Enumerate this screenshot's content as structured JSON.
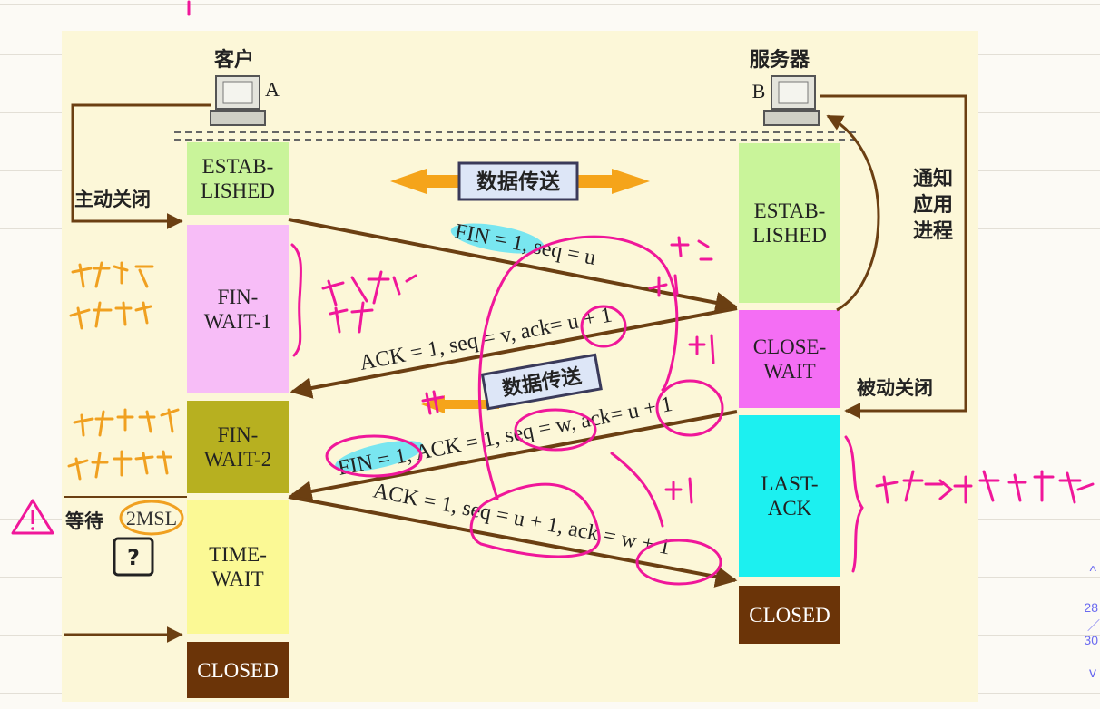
{
  "hosts": {
    "client": {
      "title": "客户",
      "letter": "A"
    },
    "server": {
      "title": "服务器",
      "letter": "B"
    }
  },
  "client_states": [
    {
      "label": "ESTAB-\nLISHED",
      "color": "#c9f49a"
    },
    {
      "label": "FIN-\nWAIT-1",
      "color": "#f7bdf7"
    },
    {
      "label": "FIN-\nWAIT-2",
      "color": "#b7b020"
    },
    {
      "label": "TIME-\nWAIT",
      "color": "#fbf995"
    },
    {
      "label": "CLOSED",
      "color": "#6b3408"
    }
  ],
  "server_states": [
    {
      "label": "ESTAB-\nLISHED",
      "color": "#c9f49a"
    },
    {
      "label": "CLOSE-\nWAIT",
      "color": "#f46ef4"
    },
    {
      "label": "LAST-\nACK",
      "color": "#1cf0f0"
    },
    {
      "label": "CLOSED",
      "color": "#6b3408"
    }
  ],
  "side_labels": {
    "active_close": "主动关闭",
    "notify_app": "通知\n应用\n进程",
    "passive_close": "被动关闭",
    "wait": "等待",
    "msl": "2MSL",
    "question": "?"
  },
  "data_transfer": "数据传送",
  "messages": {
    "fin1": "FIN = 1, seq = u",
    "ack1": "ACK = 1, seq = v, ack= u + 1",
    "fin2": "FIN = 1, ACK = 1, seq = w, ack= u + 1",
    "ack2": "ACK = 1, seq = u + 1, ack = w + 1"
  },
  "pager": {
    "up": "^",
    "current": "28",
    "sep": "／",
    "total": "30",
    "down": "v"
  },
  "colors": {
    "arrow": "#6b3f12",
    "orange": "#f5a41a",
    "annotation": "#f0179a",
    "note": "#f0a020",
    "highlight": "#79e6f0"
  }
}
